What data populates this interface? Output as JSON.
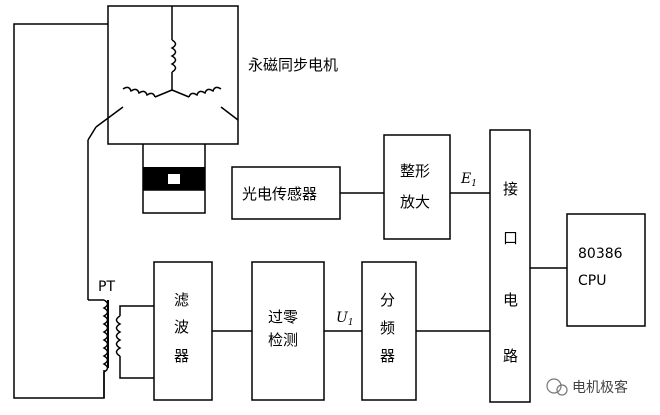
{
  "motor": {
    "label": "永磁同步电机"
  },
  "sensor": {
    "label": "光电传感器"
  },
  "shaper": {
    "line1": "整形",
    "line2": "放大"
  },
  "interface": {
    "c1": "接",
    "c2": "口",
    "c3": "电",
    "c4": "路"
  },
  "cpu": {
    "line1": "80386",
    "line2": "CPU"
  },
  "pt": {
    "label": "PT"
  },
  "filter": {
    "c1": "滤",
    "c2": "波",
    "c3": "器"
  },
  "zero": {
    "line1": "过零",
    "line2": "检测"
  },
  "divider": {
    "c1": "分",
    "c2": "频",
    "c3": "器"
  },
  "signals": {
    "e_main": "E",
    "e_sub": "1",
    "u_main": "U",
    "u_sub": "1"
  },
  "watermark": {
    "text": "电机极客"
  },
  "colors": {
    "line": "#000000",
    "background": "#ffffff"
  }
}
